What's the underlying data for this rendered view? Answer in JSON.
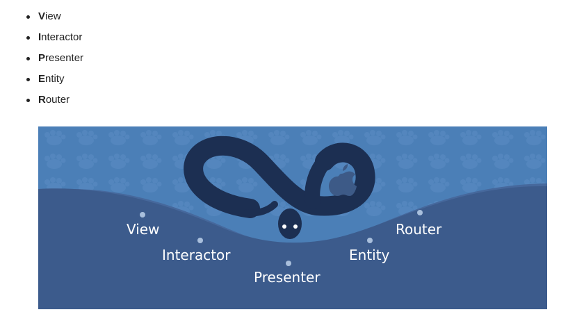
{
  "list": {
    "items": [
      {
        "initial": "V",
        "rest": "iew"
      },
      {
        "initial": "I",
        "rest": "nteractor"
      },
      {
        "initial": "P",
        "rest": "resenter"
      },
      {
        "initial": "E",
        "rest": "ntity"
      },
      {
        "initial": "R",
        "rest": "outer"
      }
    ]
  },
  "banner": {
    "labels": {
      "view": "View",
      "interactor": "Interactor",
      "presenter": "Presenter",
      "entity": "Entity",
      "router": "Router"
    },
    "colors": {
      "sky": "#4b7fb7",
      "ground": "#3c5b8c",
      "snake": "#1c2f52",
      "label": "#ffffff",
      "dot": "#a9bfdc"
    },
    "icons": [
      "snake-illustration",
      "apple-logo-icon"
    ]
  }
}
